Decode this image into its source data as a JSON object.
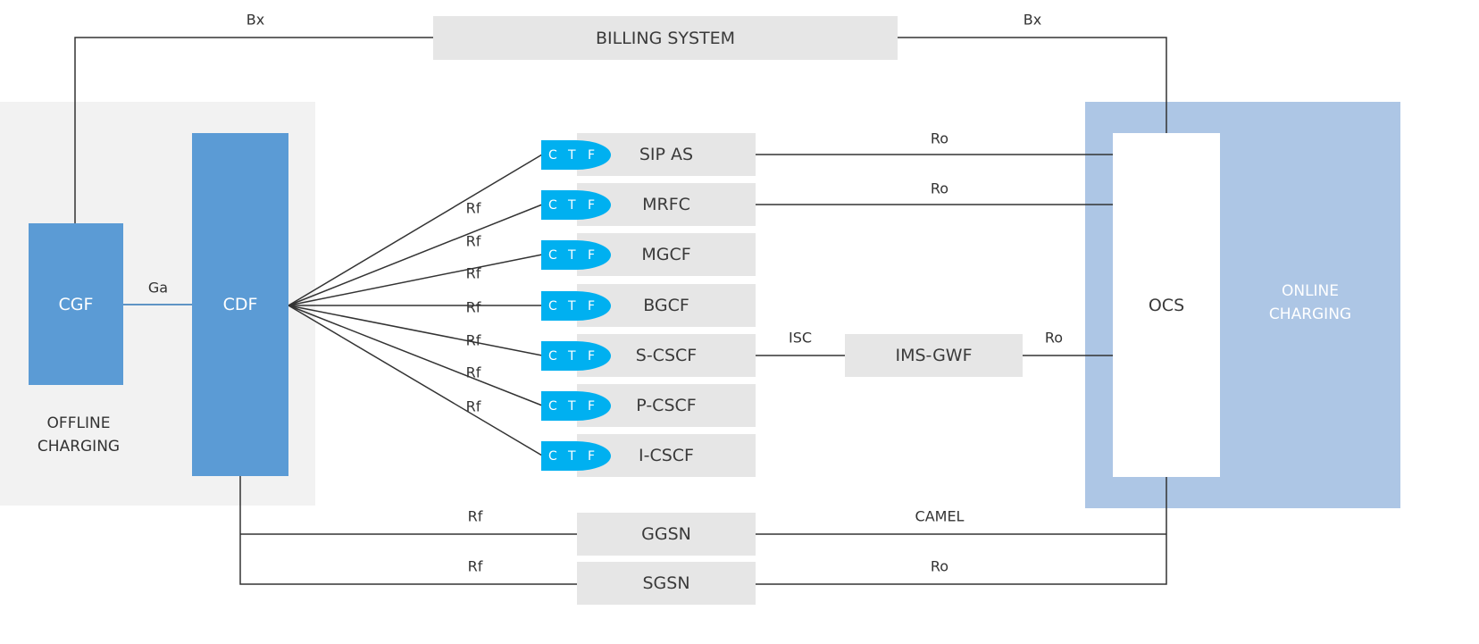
{
  "colors": {
    "offline_bg": "#f2f2f2",
    "online_bg": "#adc6e5",
    "node_blue": "#5b9bd5",
    "ctf": "#00b0f0",
    "box_gray": "#e6e6e6",
    "ga_line": "#2e75b6"
  },
  "billing": "BILLING SYSTEM",
  "offline": {
    "line1": "OFFLINE",
    "line2": "CHARGING",
    "cgf": "CGF",
    "cdf": "CDF",
    "ga": "Ga"
  },
  "online": {
    "line1": "ONLINE",
    "line2": "CHARGING",
    "ocs": "OCS"
  },
  "bx_left": "Bx",
  "bx_right": "Bx",
  "ctf": {
    "c": "C",
    "t": "T",
    "f": "F"
  },
  "nodes": [
    "SIP AS",
    "MRFC",
    "MGCF",
    "BGCF",
    "S-CSCF",
    "P-CSCF",
    "I-CSCF"
  ],
  "rf_labels": [
    "Rf",
    "Rf",
    "Rf",
    "Rf",
    "Rf",
    "Rf",
    "Rf"
  ],
  "ro_sip": "Ro",
  "ro_mrfc": "Ro",
  "isc": "ISC",
  "imsgwf": "IMS-GWF",
  "ro_gwf": "Ro",
  "ggsn": "GGSN",
  "sgsn": "SGSN",
  "rf_ggsn": "Rf",
  "rf_sgsn": "Rf",
  "camel": "CAMEL",
  "ro_sgsn": "Ro"
}
